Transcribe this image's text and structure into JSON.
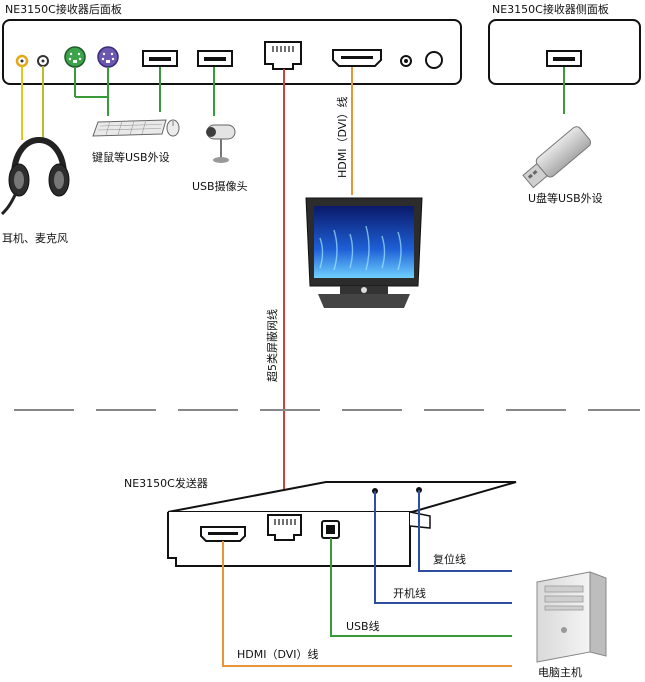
{
  "receiver_back_panel": {
    "title": "NE3150C接收器后面板"
  },
  "receiver_side_panel": {
    "title": "NE3150C接收器侧面板"
  },
  "labels": {
    "headset": "耳机、麦克风",
    "keyboard_mouse": "键鼠等USB外设",
    "usb_camera": "USB摄像头",
    "usb_disk": "U盘等USB外设",
    "hdmi_vertical": "HDMI（DVI）线",
    "cat5_cable": "超5类屏蔽网线"
  },
  "transmitter": {
    "title": "NE3150C发送器"
  },
  "pc_connections": {
    "reset_line": "复位线",
    "power_line": "开机线",
    "usb_line": "USB线",
    "hdmi_line": "HDMI（DVI）线",
    "host": "电脑主机"
  },
  "colors": {
    "yellow_audio": "#e6c619",
    "olive_audio": "#b8bd2b",
    "green_cable": "#3a9a3a",
    "orange_cable": "#e8953a",
    "red_cable": "#d0413c",
    "blue_cable": "#2e4fa0"
  }
}
